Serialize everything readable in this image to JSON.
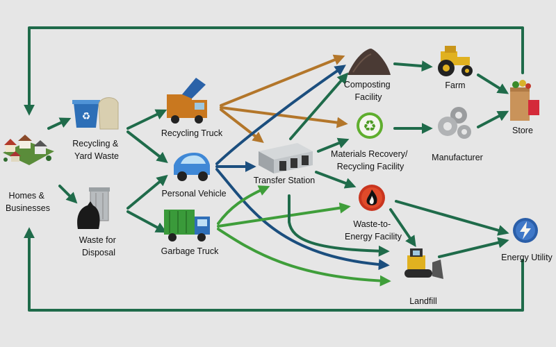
{
  "nodes": {
    "homes": [
      "Homes &",
      "Businesses"
    ],
    "recycling_yard": [
      "Recycling &",
      "Yard Waste"
    ],
    "waste_disposal": [
      "Waste for",
      "Disposal"
    ],
    "recycling_truck": [
      "Recycling Truck"
    ],
    "personal_vehicle": [
      "Personal Vehicle"
    ],
    "garbage_truck": [
      "Garbage Truck"
    ],
    "transfer_station": [
      "Transfer Station"
    ],
    "composting": [
      "Composting",
      "Facility"
    ],
    "mrf": [
      "Materials Recovery/",
      "Recycling Facility"
    ],
    "wte": [
      "Waste-to-",
      "Energy Facility"
    ],
    "farm": [
      "Farm"
    ],
    "manufacturer": [
      "Manufacturer"
    ],
    "store": [
      "Store"
    ],
    "energy_utility": [
      "Energy Utility"
    ],
    "landfill": [
      "Landfill"
    ]
  },
  "colors": {
    "dark_green": "#1f6b4a",
    "brown": "#b3762a",
    "navy": "#1b4e7e",
    "bright_green": "#3f9e3a",
    "background": "#e6e6e6"
  },
  "icons": {
    "homes": "houses-icon",
    "recycling_yard": "recycle-bin-icon",
    "waste_disposal": "trash-can-icon",
    "recycling_truck": "recycling-truck-icon",
    "personal_vehicle": "car-icon",
    "garbage_truck": "garbage-truck-icon",
    "transfer_station": "building-icon",
    "composting": "compost-pile-icon",
    "mrf": "recycle-symbol-icon",
    "wte": "flame-icon",
    "farm": "tractor-icon",
    "manufacturer": "gears-icon",
    "store": "grocery-bag-icon",
    "energy_utility": "lightning-icon",
    "landfill": "bulldozer-icon"
  }
}
